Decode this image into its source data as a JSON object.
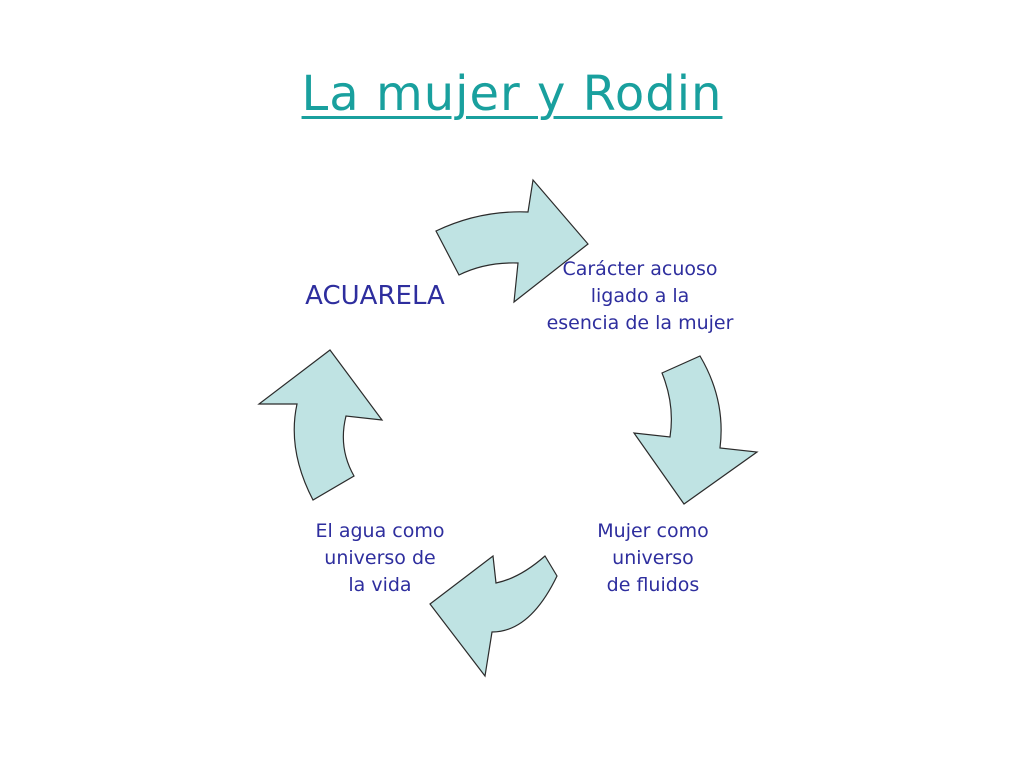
{
  "title": "La mujer y Rodin",
  "colors": {
    "title": "#19a09e",
    "node_text": "#2e2e9e",
    "arrow_fill": "#bfe3e3",
    "arrow_stroke": "#2b2b2b"
  },
  "nodes": {
    "acuarela": {
      "lines": [
        "ACUARELA"
      ]
    },
    "caracter": {
      "lines": [
        "Carácter acuoso",
        "ligado a la",
        "esencia de la mujer"
      ]
    },
    "mujer": {
      "lines": [
        "Mujer como",
        "universo",
        "de fluidos"
      ]
    },
    "agua": {
      "lines": [
        "El agua como",
        "universo de",
        "la vida"
      ]
    }
  }
}
